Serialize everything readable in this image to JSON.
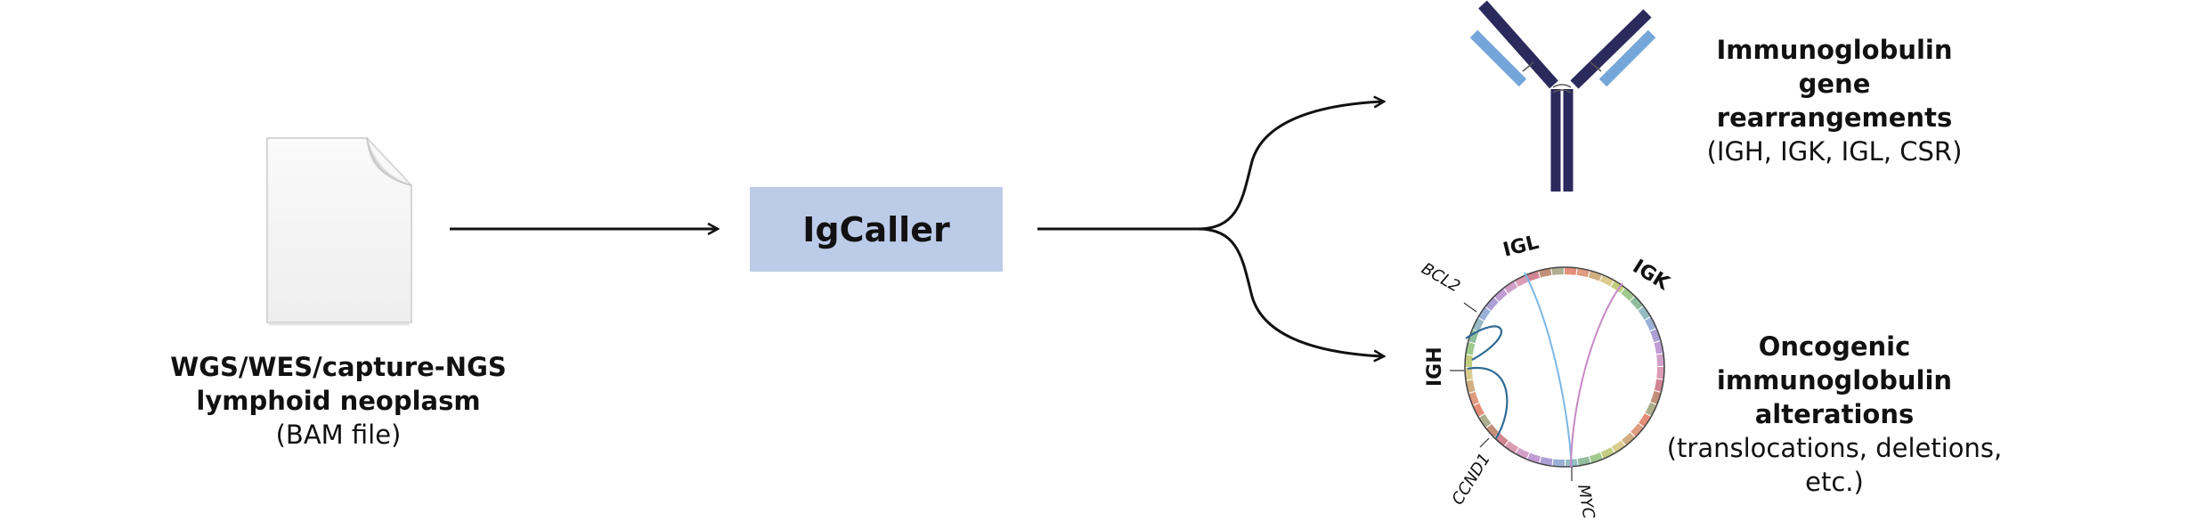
{
  "input": {
    "line1": "WGS/WES/capture-NGS",
    "line2": "lymphoid neoplasm",
    "line3": "(BAM file)"
  },
  "tool": {
    "name": "IgCaller"
  },
  "output_top": {
    "line1": "Immunoglobulin",
    "line2": "gene",
    "line3": "rearrangements",
    "line4": "(IGH, IGK, IGL, CSR)"
  },
  "output_bottom": {
    "line1": "Oncogenic",
    "line2": "immunoglobulin",
    "line3": "alterations",
    "line4": "(translocations, deletions, etc.)"
  },
  "circos": {
    "labels": {
      "igl": "IGL",
      "igk": "IGK",
      "bcl2": "BCL2",
      "igh": "IGH",
      "ccnd1": "CCND1",
      "myc": "MYC"
    }
  },
  "colors": {
    "box": "#bccbe8",
    "antibody_heavy": "#2b2a5c",
    "antibody_light": "#74a6da",
    "link_dark": "#2e6a94",
    "link_light": "#7db7e6",
    "link_pink": "#c888c4"
  }
}
